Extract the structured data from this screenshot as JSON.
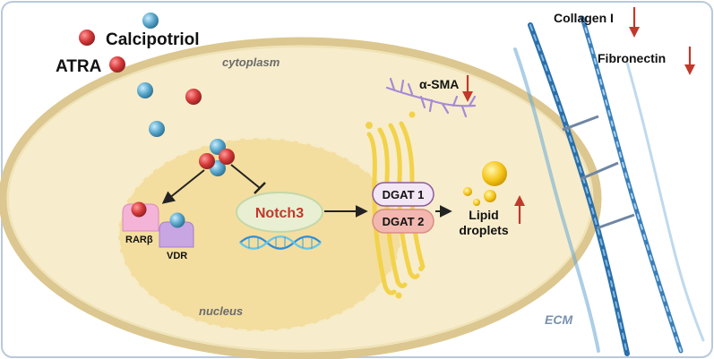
{
  "labels": {
    "calcipotriol": "Calcipotriol",
    "atra": "ATRA",
    "cytoplasm": "cytoplasm",
    "nucleus": "nucleus",
    "ecm": "ECM",
    "notch3": "Notch3",
    "rarb": "RARβ",
    "vdr": "VDR",
    "dgat1": "DGAT 1",
    "dgat2": "DGAT 2",
    "lipid_line1": "Lipid",
    "lipid_line2": "droplets",
    "asma": "α-SMA",
    "collagen": "Collagen I",
    "fibronectin": "Fibronectin"
  },
  "colors": {
    "red_molecule": "#d63a3a",
    "blue_molecule": "#5aa8cc",
    "cell_fill": "#f7edcc",
    "cell_border": "#dcc790",
    "nucleus_fill": "#f3dea0",
    "arrow_down_red": "#c0392b",
    "notch3_text": "#c0392b",
    "lipid": "#f5c518",
    "dgat1_fill": "#f3e6f5",
    "dgat2_fill": "#f2b8b0",
    "golgi": "#f2d24a",
    "fiber": "#2c6fa8"
  },
  "icons": [
    "calcipotriol-molecule",
    "atra-molecule",
    "dna-helix",
    "golgi-apparatus",
    "lipid-droplet",
    "actin-fiber",
    "collagen-fiber",
    "down-arrow-icon",
    "up-arrow-icon"
  ]
}
